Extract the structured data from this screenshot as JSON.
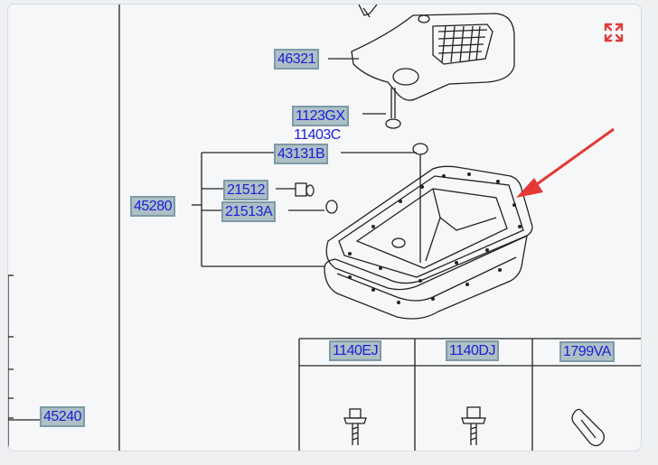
{
  "diagram": {
    "callouts": {
      "filter": "46321",
      "bolt_top": "1123GX",
      "plug": "43131B",
      "group": "45280",
      "drain_plug": "21512",
      "gasket_washer": "21513A",
      "left_part": "45240",
      "col1": "1140EJ",
      "col2": "1140DJ",
      "col3": "1799VA"
    },
    "labels": {
      "bolt_alt": "11403C"
    },
    "colors": {
      "callout_text": "#1b22d6",
      "callout_fill": "#aebfc6",
      "arrow": "#e53935"
    }
  },
  "toolbar": {
    "expand_icon": "expand-icon",
    "expand_color": "#e03c3c"
  }
}
